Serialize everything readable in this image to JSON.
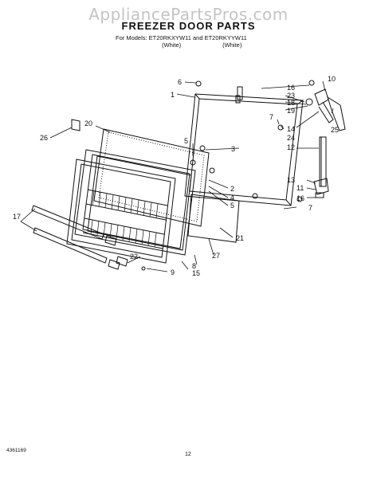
{
  "watermark": "AppliancePartsPros.com",
  "title": "FREEZER DOOR PARTS",
  "models": {
    "line": "For Models: ET20RKXYW11 and ET20RKYYW11",
    "color_a": "(White)",
    "color_b": "(White)"
  },
  "callouts": [
    "1",
    "2",
    "3",
    "4",
    "5",
    "5",
    "6",
    "7",
    "7",
    "8",
    "9",
    "10",
    "11",
    "12",
    "13",
    "14",
    "15",
    "16",
    "16",
    "17",
    "18",
    "19",
    "20",
    "21",
    "22",
    "23",
    "24",
    "25",
    "26",
    "27"
  ],
  "footer": {
    "doc_number": "4361169",
    "page_number": "12"
  }
}
